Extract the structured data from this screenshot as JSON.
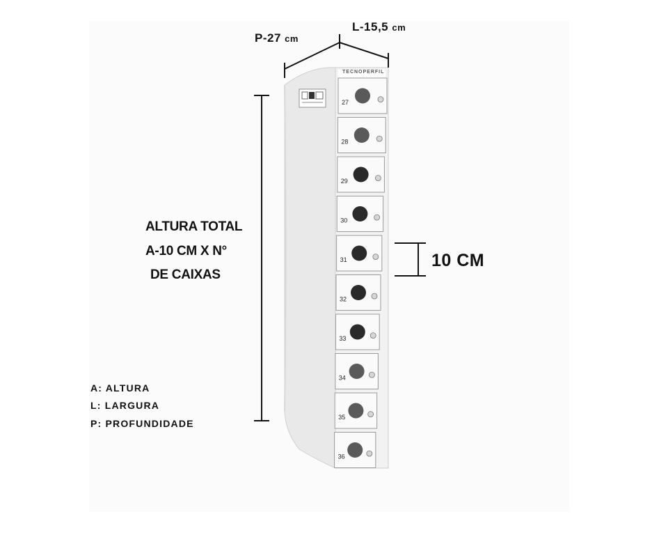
{
  "dimensions": {
    "depth": {
      "value": "P-27",
      "unit": "cm"
    },
    "width": {
      "value": "L-15,5",
      "unit": "cm"
    },
    "box_height": "10 CM"
  },
  "total_height": {
    "line1": "ALTURA TOTAL",
    "line2": "A-10 CM X N°",
    "line3": "DE CAIXAS"
  },
  "legend": [
    "A: ALTURA",
    "L: LARGURA",
    "P: PROFUNDIDADE"
  ],
  "boxes": [
    "27",
    "28",
    "29",
    "30",
    "31",
    "32",
    "33",
    "34",
    "35",
    "36"
  ],
  "brand": "TECNOPERFIL"
}
